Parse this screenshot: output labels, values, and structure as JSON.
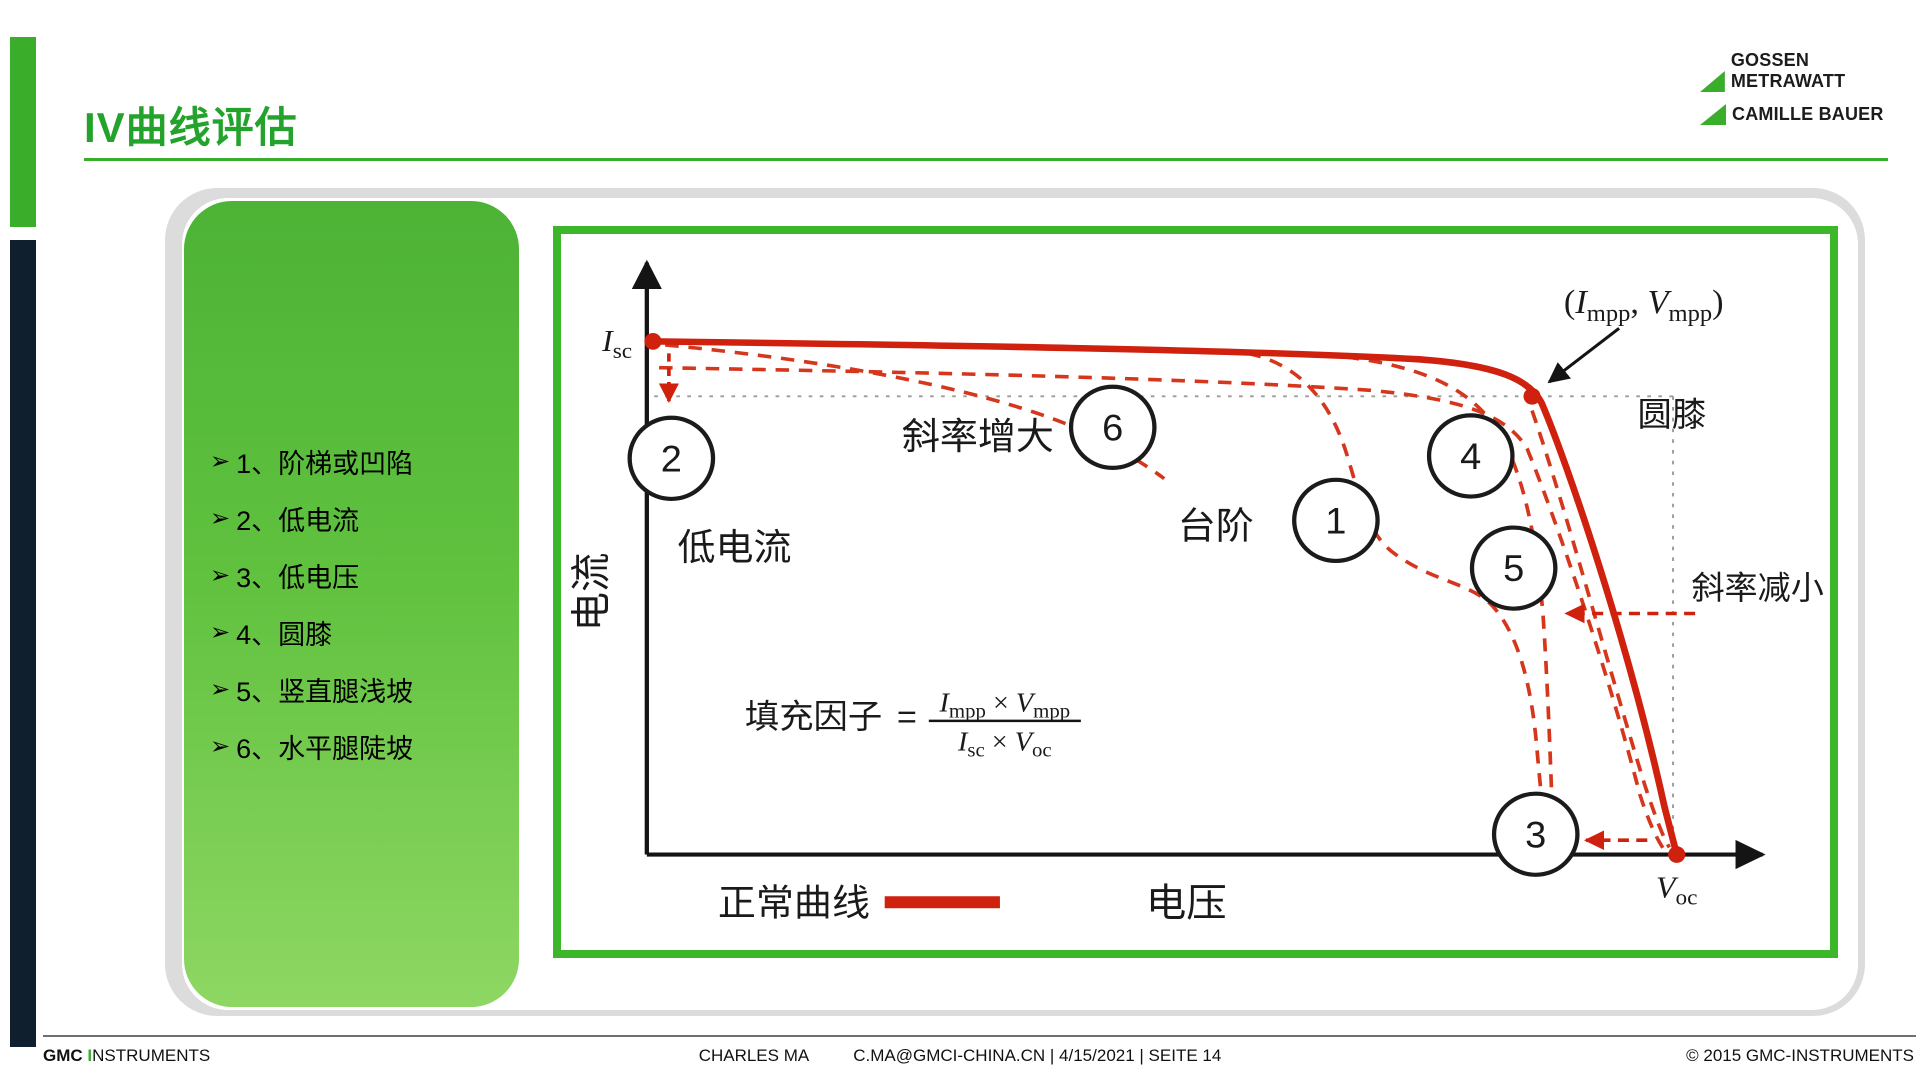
{
  "colors": {
    "accent_green": "#3aae2b",
    "title_green": "#23a32b",
    "navy": "#101f2d",
    "curve_red": "#d0200e"
  },
  "header": {
    "title": "IV曲线评估",
    "logo": {
      "line1": "GOSSEN METRAWATT",
      "line2": "CAMILLE BAUER"
    }
  },
  "sidebar": {
    "items": [
      {
        "bullet": "➢",
        "label": "1、阶梯或凹陷"
      },
      {
        "bullet": "➢",
        "label": "2、低电流"
      },
      {
        "bullet": "➢",
        "label": "3、低电压"
      },
      {
        "bullet": "➢",
        "label": "4、圆膝"
      },
      {
        "bullet": "➢",
        "label": "5、竖直腿浅坡"
      },
      {
        "bullet": "➢",
        "label": "6、水平腿陡坡"
      }
    ]
  },
  "chart": {
    "type": "annotated-iv-curve-diagram",
    "axis": {
      "x_label": "电压",
      "y_label": "电流"
    },
    "points": {
      "isc": {
        "sym": "I",
        "sub": "sc"
      },
      "voc": {
        "sym": "V",
        "sub": "oc"
      },
      "mpp": {
        "open": "(",
        "i": "I",
        "i_sub": "mpp",
        "sep": ",  ",
        "v": "V",
        "v_sub": "mpp",
        "close": ")"
      }
    },
    "annotations": {
      "low_current": "低电流",
      "slope_increase": "斜率增大",
      "step": "台阶",
      "round_knee": "圆膝",
      "slope_decrease": "斜率减小"
    },
    "markers": [
      "1",
      "2",
      "3",
      "4",
      "5",
      "6"
    ],
    "formula": {
      "label": "填充因子",
      "equals": "=",
      "num": {
        "i": "I",
        "i_sub": "mpp",
        "times": " × ",
        "v": "V",
        "v_sub": "mpp"
      },
      "den": {
        "i": "I",
        "i_sub": "sc",
        "times": " × ",
        "v": "V",
        "v_sub": "oc"
      }
    },
    "legend": {
      "normal_curve": "正常曲线"
    }
  },
  "footer": {
    "brand_bold": "GMC",
    "brand_i": "I",
    "brand_rest": "NSTRUMENTS",
    "author": "CHARLES MA",
    "meta": "C.MA@GMCI-CHINA.CN | 4/15/2021 | SEITE 14",
    "copyright": "© 2015 GMC-INSTRUMENTS"
  }
}
